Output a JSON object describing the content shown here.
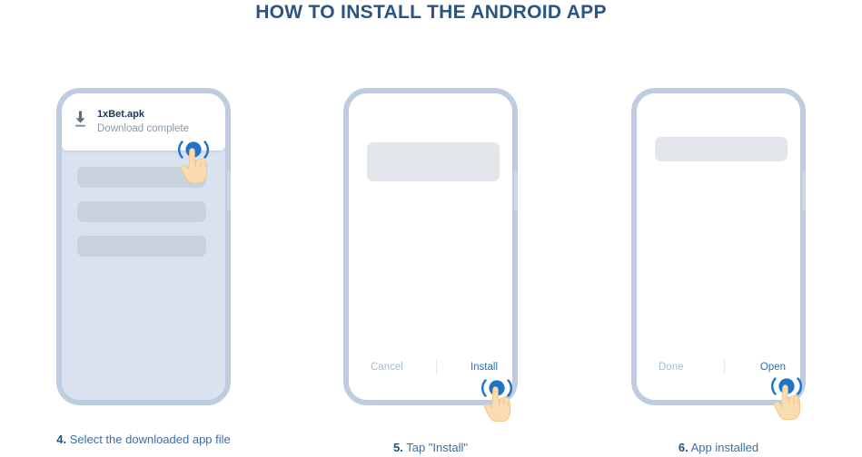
{
  "header": {
    "title": "HOW TO INSTALL THE ANDROID APP",
    "title_color": "#2b5486"
  },
  "colors": {
    "accent_blue": "#2f6fb5",
    "frame": "#bdcddf",
    "tap_ripple": "#1f74c8",
    "hand_skin": "#fbdcb0",
    "muted": "#a9bbcf"
  },
  "steps": [
    {
      "number": "4.",
      "caption": "Select the downloaded app file",
      "phone": {
        "notification": {
          "icon": "download-icon",
          "title": "1xBet.apk",
          "subtitle": "Download complete"
        },
        "placeholder_bars": 3,
        "tap_target": "notification"
      }
    },
    {
      "number": "5.",
      "caption": "Tap \"Install\"",
      "phone": {
        "dialog": {
          "left_button": "Cancel",
          "right_button": "Install"
        },
        "tap_target": "Install"
      }
    },
    {
      "number": "6.",
      "caption": "App installed",
      "phone": {
        "dialog": {
          "left_button": "Done",
          "right_button": "Open"
        },
        "tap_target": "Open"
      }
    }
  ]
}
